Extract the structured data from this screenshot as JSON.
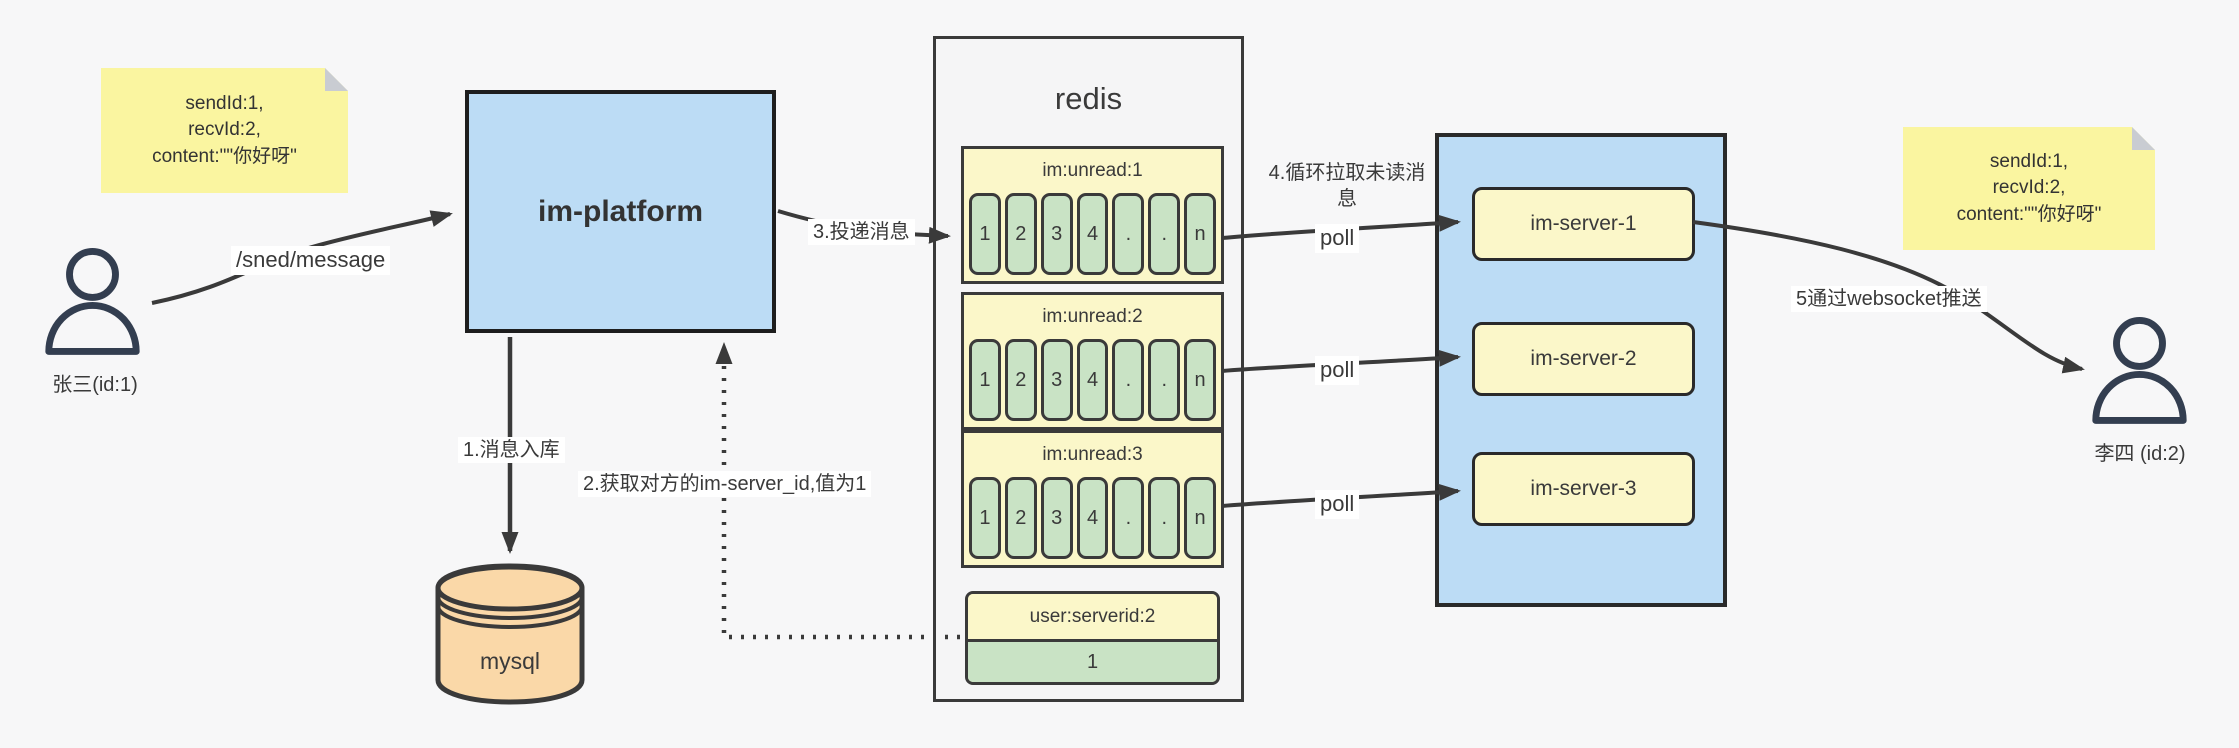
{
  "notes": {
    "sender": {
      "lines": [
        "sendId:1,",
        "recvId:2,",
        "content:\"\"你好呀\""
      ]
    },
    "receiver": {
      "lines": [
        "sendId:1,",
        "recvId:2,",
        "content:\"\"你好呀\""
      ]
    }
  },
  "actors": {
    "sender": {
      "label": "张三(id:1)"
    },
    "receiver": {
      "label": "李四 (id:2)"
    }
  },
  "platform": {
    "label": "im-platform"
  },
  "database": {
    "label": "mysql"
  },
  "redis": {
    "title": "redis",
    "lists": [
      {
        "title": "im:unread:1",
        "cells": [
          "1",
          "2",
          "3",
          "4",
          ".",
          ".",
          "n"
        ]
      },
      {
        "title": "im:unread:2",
        "cells": [
          "1",
          "2",
          "3",
          "4",
          ".",
          ".",
          "n"
        ]
      },
      {
        "title": "im:unread:3",
        "cells": [
          "1",
          "2",
          "3",
          "4",
          ".",
          ".",
          "n"
        ]
      }
    ],
    "mapping": {
      "title": "user:serverid:2",
      "value": "1"
    }
  },
  "servers": {
    "items": [
      {
        "label": "im-server-1"
      },
      {
        "label": "im-server-2"
      },
      {
        "label": "im-server-3"
      }
    ]
  },
  "edges": {
    "send_label": "/sned/message",
    "step1": "1.消息入库",
    "step2": "2.获取对方的im-server_id,值为1",
    "step3": "3.投递消息",
    "step4": "4.循环拉取未读消息",
    "poll": "poll",
    "step5": "5通过websocket推送"
  },
  "colors": {
    "background": "#F7F7F8",
    "note_yellow": "#FAF5A0",
    "box_blue": "#BCDCF5",
    "block_yellow": "#FBF7C9",
    "cell_green": "#C9E3C5",
    "db_orange": "#FAD8A8",
    "container_gray": "#F5F5F6",
    "line_dark": "#3A3A3A"
  }
}
